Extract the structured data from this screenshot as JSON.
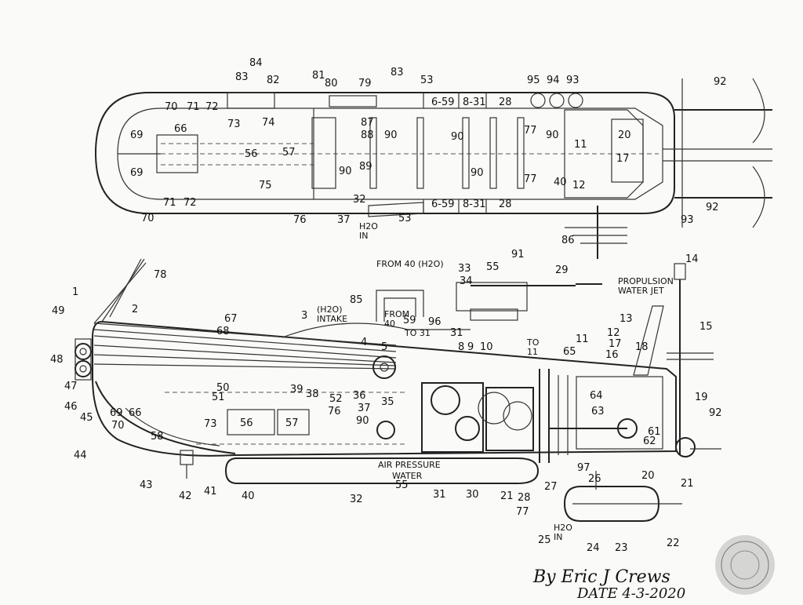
{
  "top_view": {
    "callouts": [
      "84",
      "83",
      "82",
      "81",
      "80",
      "79",
      "83",
      "53",
      "95",
      "94",
      "93",
      "92",
      "70",
      "71",
      "72",
      "66",
      "73",
      "74",
      "56",
      "57",
      "87",
      "88",
      "90",
      "89",
      "90",
      "90",
      "90",
      "90",
      "69",
      "69",
      "75",
      "70",
      "71",
      "72",
      "76",
      "37",
      "32",
      "53",
      "6-59",
      "8-31",
      "28",
      "6-59",
      "8-31",
      "28",
      "77",
      "77",
      "11",
      "20",
      "17",
      "40",
      "12",
      "86",
      "93",
      "92"
    ],
    "notes": {
      "h2o_in": "H2O\nIN"
    }
  },
  "side_view": {
    "callouts": [
      "78",
      "1",
      "49",
      "2",
      "67",
      "68",
      "3",
      "85",
      "48",
      "47",
      "46",
      "45",
      "69",
      "66",
      "70",
      "44",
      "58",
      "43",
      "42",
      "41",
      "40",
      "32",
      "55",
      "31",
      "30",
      "21",
      "28",
      "77",
      "27",
      "97",
      "26",
      "25",
      "24",
      "23",
      "22",
      "21",
      "20",
      "92",
      "19",
      "15",
      "14",
      "13",
      "12",
      "17",
      "16",
      "18",
      "11",
      "65",
      "64",
      "63",
      "61",
      "62",
      "29",
      "91",
      "33",
      "34",
      "55",
      "96",
      "59",
      "31",
      "10",
      "9",
      "8",
      "4",
      "5",
      "35",
      "36",
      "37",
      "90",
      "76",
      "52",
      "51",
      "50",
      "39",
      "38",
      "73",
      "56",
      "57"
    ],
    "notes": {
      "from40": "FROM 40 (H2O)",
      "intake": "(H2O)\nINTAKE",
      "from40b": "FROM\n40",
      "to31": "TO 31",
      "to11": "TO\n11",
      "propulsion": "PROPULSION\nWATER JET",
      "air_pressure": "AIR PRESSURE",
      "water": "WATER",
      "h2o_in": "H2O\nIN"
    }
  },
  "signature": {
    "by_line": "By Eric J Crews",
    "date_line": "DATE  4-3-2020"
  }
}
